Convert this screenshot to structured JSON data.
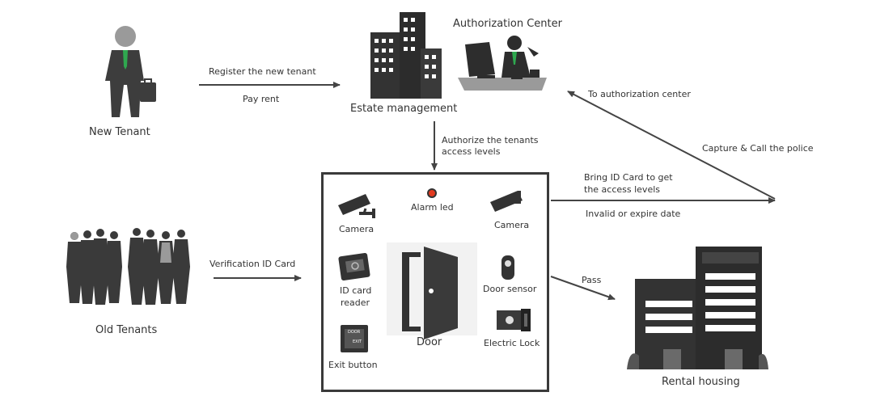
{
  "nodes": {
    "new_tenant": "New Tenant",
    "authorization_center": "Authorization Center",
    "estate_management": "Estate management",
    "old_tenants": "Old Tenants",
    "rental_housing": "Rental housing"
  },
  "edges": {
    "register": "Register the new tenant",
    "pay_rent": "Pay rent",
    "authorize_line1": "Authorize the tenants",
    "authorize_line2": "access levels",
    "to_authorization_center": "To authorization center",
    "capture_call_police": "Capture & Call the police",
    "bring_id_line1": "Bring ID Card to get",
    "bring_id_line2": "the access levels",
    "invalid_date": "Invalid or expire date",
    "verification": "Verification ID Card",
    "pass": "Pass"
  },
  "devices": {
    "camera_left": "Camera",
    "alarm_led": "Alarm led",
    "camera_right": "Camera",
    "id_card_reader_line1": "ID card",
    "id_card_reader_line2": "reader",
    "door": "Door",
    "door_sensor": "Door sensor",
    "electric_lock": "Electric Lock",
    "exit_button": "Exit button",
    "exit_button_face_line1": "DOOR",
    "exit_button_face_line2": "EXIT"
  },
  "colors": {
    "dark": "#3a3a3a",
    "arrow": "#444444",
    "tie": "#2fa84f",
    "alarm": "#e23a1f"
  }
}
